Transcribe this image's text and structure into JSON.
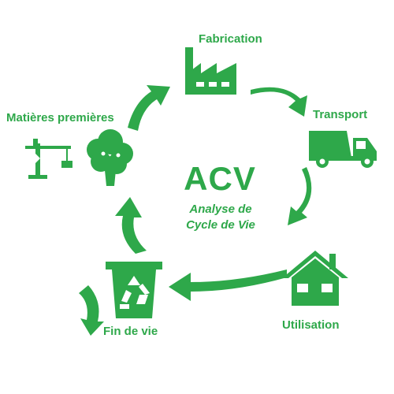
{
  "center": {
    "title": "ACV",
    "subtitle_line1": "Analyse de",
    "subtitle_line2": "Cycle de Vie"
  },
  "stages": {
    "fabrication": "Fabrication",
    "transport": "Transport",
    "utilisation": "Utilisation",
    "fin_de_vie": "Fin de vie",
    "matieres_premieres": "Matières premières"
  },
  "colors": {
    "accent": "#2ea84a"
  },
  "icons": [
    "factory-icon",
    "truck-icon",
    "house-icon",
    "recycle-bin-icon",
    "tree-icon",
    "crane-icon"
  ]
}
